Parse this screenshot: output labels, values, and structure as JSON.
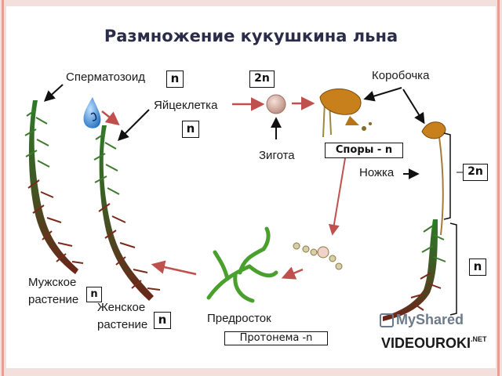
{
  "title": "Размножение кукушкина льна",
  "labels": {
    "sperm": "Сперматозоид",
    "egg": "Яйцеклетка",
    "capsule": "Коробочка",
    "zygote": "Зигота",
    "stalk": "Ножка",
    "male_1": "Мужское",
    "male_2": "растение",
    "female_1": "Женское",
    "female_2": "растение",
    "prothallus": "Предросток"
  },
  "boxes": {
    "sperm_n": "n",
    "zygote_2n": "2n",
    "egg_n": "n",
    "spores": "Споры - n",
    "stalk_2n": "2n",
    "plant_n": "n",
    "male_n": "n",
    "female_n": "n",
    "protonema": "Протонема -n"
  },
  "watermarks": {
    "myshared": "MyShared",
    "videouroki_prefix": "VIDEOUROKI",
    "videouroki_suffix": ".NET"
  },
  "colors": {
    "accent_stripe": "#e08a7a",
    "arrow_red": "#c0504d",
    "arrow_black": "#111111",
    "moss_green": "#2f6b2a",
    "moss_brown": "#6b2a1a"
  }
}
